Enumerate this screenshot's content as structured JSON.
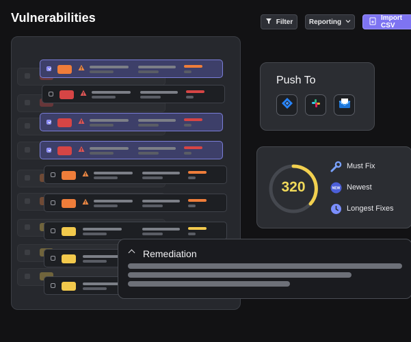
{
  "header": {
    "title": "Vulnerabilities",
    "filter_label": "Filter",
    "reporting_label": "Reporting",
    "import_label": "Import CSV"
  },
  "colors": {
    "accent": "#7e74f2",
    "critical": "#d64545",
    "high": "#ef7d3a",
    "medium": "#f2c94c",
    "score_ring": "#f2d04f"
  },
  "vulnerability_rows": [
    {
      "checked": true,
      "severity": "high",
      "warning": true
    },
    {
      "checked": false,
      "severity": "critical",
      "warning": true
    },
    {
      "checked": true,
      "severity": "critical",
      "warning": true
    },
    {
      "checked": true,
      "severity": "critical",
      "warning": true
    },
    {
      "checked": false,
      "severity": "high",
      "warning": true
    },
    {
      "checked": false,
      "severity": "high",
      "warning": true
    },
    {
      "checked": false,
      "severity": "medium",
      "warning": false
    },
    {
      "checked": false,
      "severity": "medium",
      "warning": false
    },
    {
      "checked": false,
      "severity": "medium",
      "warning": false
    }
  ],
  "push_to": {
    "title": "Push To",
    "targets": [
      "jira-icon",
      "slack-icon",
      "email-icon"
    ]
  },
  "summary": {
    "score": "320",
    "options": [
      {
        "icon": "wrench-icon",
        "label": "Must Fix"
      },
      {
        "icon": "new-badge-icon",
        "label": "Newest"
      },
      {
        "icon": "clock-icon",
        "label": "Longest Fixes"
      }
    ]
  },
  "remediation": {
    "title": "Remediation"
  }
}
